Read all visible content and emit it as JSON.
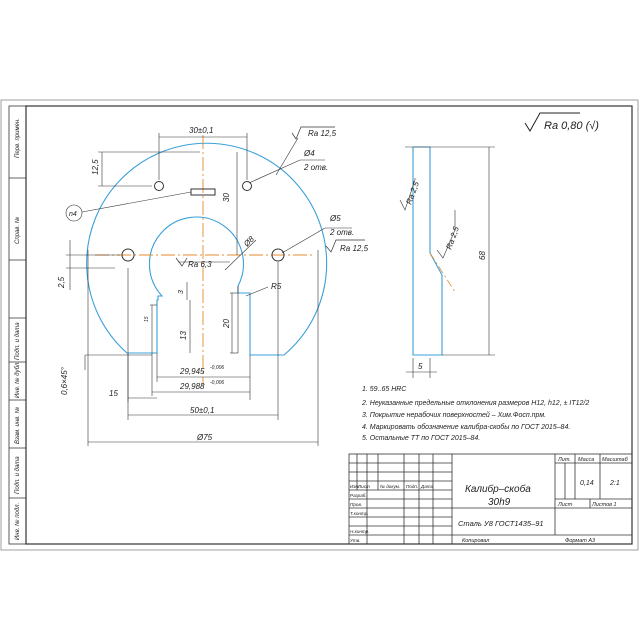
{
  "roughness": {
    "general": "Ra 0,80 (√)",
    "r1": "Ra 12,5",
    "r2": "Ra 12,5",
    "r3": "Ra 6,3",
    "r4": "Ra 2,5",
    "r5": "Ra 2,5"
  },
  "dims": {
    "d30": "30±0,1",
    "d12_5": "12,5",
    "d30v": "30",
    "d2_5": "2,5",
    "d3": "3",
    "d13": "13",
    "d20": "20",
    "d15": "15",
    "d50": "50±0,1",
    "d75": "Ø75",
    "d29_945": "29,945",
    "d29_945_tol": "-0,006",
    "d29_988": "29,988",
    "d29_988_tol": "-0,006",
    "chamfer": "0,6×45°",
    "d68": "68",
    "d5": "5",
    "d8": "Ø8",
    "r5": "R5",
    "n4": "n4",
    "dia4": "Ø4",
    "otv2a": "2 отв.",
    "dia5": "Ø5",
    "otv2b": "2 отв.",
    "small15": "15"
  },
  "notes": [
    "1. 59..65 HRC",
    "2. Неуказанные предельные отклонения размеров H12, h12, ± IT12/2",
    "3. Покрытие нерабочих поверхностей – Хим.Фосп.прм.",
    "4. Маркировать обозначение калибра-скобы по ГОСТ 2015–84.",
    "5. Остальные ТТ по ГОСТ 2015–84."
  ],
  "side_labels": [
    "Перв. примен.",
    "Справ. №",
    "Подп. и дата",
    "Инв. № дубл.",
    "Взам. инв. №",
    "Подп. и дата",
    "Инв. № подл."
  ],
  "title_block": {
    "name_line1": "Калибр–скоба",
    "name_line2": "30h9",
    "material": "Сталь У8 ГОСТ1435–91",
    "lit_label": "Лит.",
    "mass_label": "Масса",
    "scale_label": "Масштаб",
    "mass": "0,14",
    "scale": "2:1",
    "sheet_label": "Лист",
    "sheets_label": "Листов 1",
    "copied": "Копировал",
    "format": "Формат   А3",
    "rows": [
      "Изм.",
      "Лист",
      "№ докум.",
      "Подп.",
      "Дата",
      "Разраб.",
      "Пров.",
      "Т.контр.",
      "Н.контр.",
      "Утв."
    ]
  }
}
